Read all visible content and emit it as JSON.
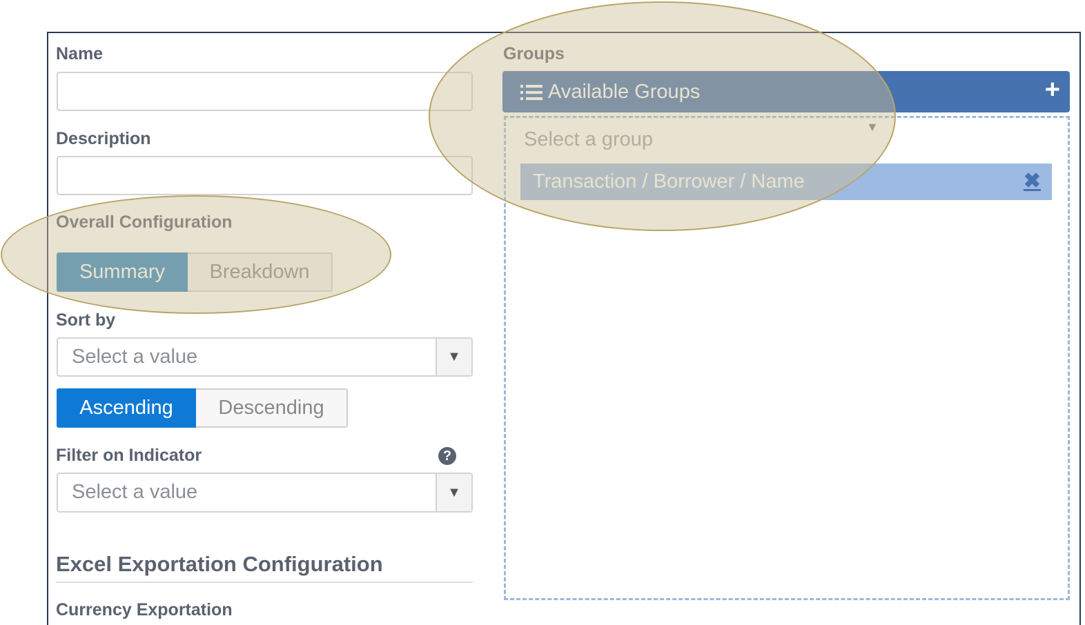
{
  "left": {
    "name_label": "Name",
    "description_label": "Description",
    "overall_label": "Overall Configuration",
    "overall_options": [
      "Summary",
      "Breakdown"
    ],
    "sort_label": "Sort by",
    "sort_placeholder": "Select a value",
    "order_options": [
      "Ascending",
      "Descending"
    ],
    "filter_label": "Filter on Indicator",
    "filter_placeholder": "Select a value",
    "help_glyph": "?",
    "excel_title": "Excel Exportation Configuration",
    "currency_label": "Currency Exportation"
  },
  "right": {
    "groups_label": "Groups",
    "header_title": "Available Groups",
    "add_glyph": "+",
    "select_placeholder": "Select a group",
    "caret_glyph": "▼",
    "chip_text": "Transaction / Borrower / Name",
    "remove_glyph": "✖"
  },
  "colors": {
    "summary_active": "#2f86c4",
    "ascending_active": "#0f7ad6",
    "header": "#4672b0",
    "chip": "#9dbbe2",
    "highlight": "#cdbe96"
  },
  "icons": [
    "list-icon",
    "plus-icon",
    "question-icon",
    "chevron-down-icon",
    "close-icon"
  ]
}
